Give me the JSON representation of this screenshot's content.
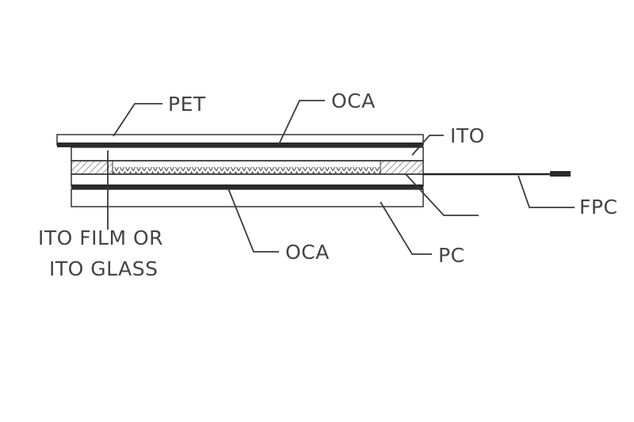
{
  "diagram": {
    "labels": {
      "pet": "PET",
      "oca_top": "OCA",
      "ito": "ITO",
      "fpc": "FPC",
      "ito_film_line1": "ITO FILM OR",
      "ito_film_line2": "ITO GLASS",
      "oca_bottom": "OCA",
      "pc": "PC"
    },
    "colors": {
      "line": "#333333",
      "text": "#444444",
      "fill_dark": "#2a2a2a",
      "hatch": "#555555"
    }
  }
}
